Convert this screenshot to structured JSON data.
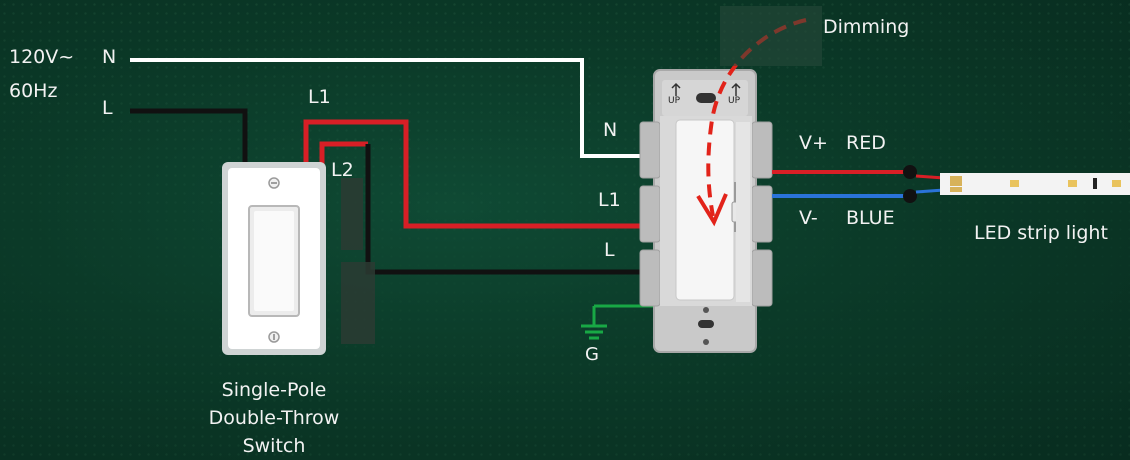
{
  "supply": {
    "voltage": "120V~",
    "frequency": "60Hz",
    "neutral": "N",
    "line": "L"
  },
  "switch": {
    "l1": "L1",
    "l2": "L2",
    "caption": [
      "Single-Pole",
      "Double-Throw",
      "Switch"
    ]
  },
  "dimmer": {
    "n": "N",
    "l1": "L1",
    "l": "L",
    "ground": "G",
    "up_left": "UP",
    "up_right": "UP",
    "dimming": "Dimming"
  },
  "output": {
    "vplus": "V+",
    "red": "RED",
    "vminus": "V-",
    "blue": "BLUE",
    "strip": "LED strip light"
  },
  "colors": {
    "red_wire": "#d81f26",
    "blue_wire": "#2a73d9",
    "neutral_wire": "#ffffff",
    "line_wire": "#111111",
    "ground_wire": "#18a845",
    "dimming_arrow": "#e2231a"
  }
}
